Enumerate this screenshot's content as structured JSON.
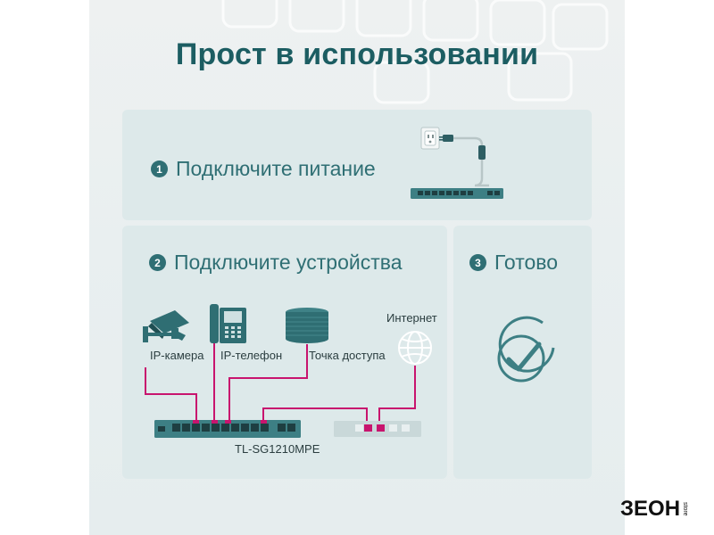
{
  "title": "Прост в использовании",
  "steps": [
    {
      "num": "1",
      "label": "Подключите питание"
    },
    {
      "num": "2",
      "label": "Подключите устройства"
    },
    {
      "num": "3",
      "label": "Готово"
    }
  ],
  "devices": {
    "camera": "IP-камера",
    "phone": "IP-телефон",
    "ap": "Точка доступа",
    "internet": "Интернет"
  },
  "model": "TL-SG1210MPE",
  "colors": {
    "title": "#1c5d62",
    "accent": "#2f6f74",
    "card": "#dde9ea",
    "cable": "#c8146e",
    "switch": "#3d7f84"
  },
  "logo": {
    "word": "ЗЕОН",
    "sub": "store"
  }
}
